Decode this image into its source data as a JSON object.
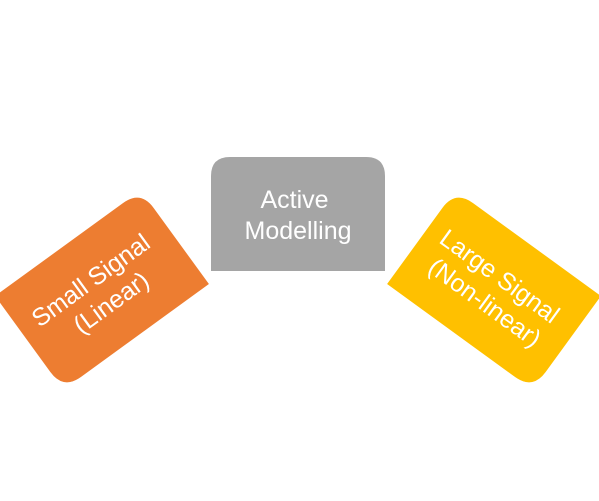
{
  "diagram": {
    "nodes": [
      {
        "id": "small-signal",
        "lines": [
          "Small Signal",
          "(Linear)"
        ],
        "color": "#ED7D31"
      },
      {
        "id": "active-modelling",
        "lines": [
          "Active",
          "Modelling"
        ],
        "color": "#A5A5A5"
      },
      {
        "id": "large-signal",
        "lines": [
          "Large Signal",
          "(Non-linear)"
        ],
        "color": "#FFC000"
      }
    ]
  }
}
